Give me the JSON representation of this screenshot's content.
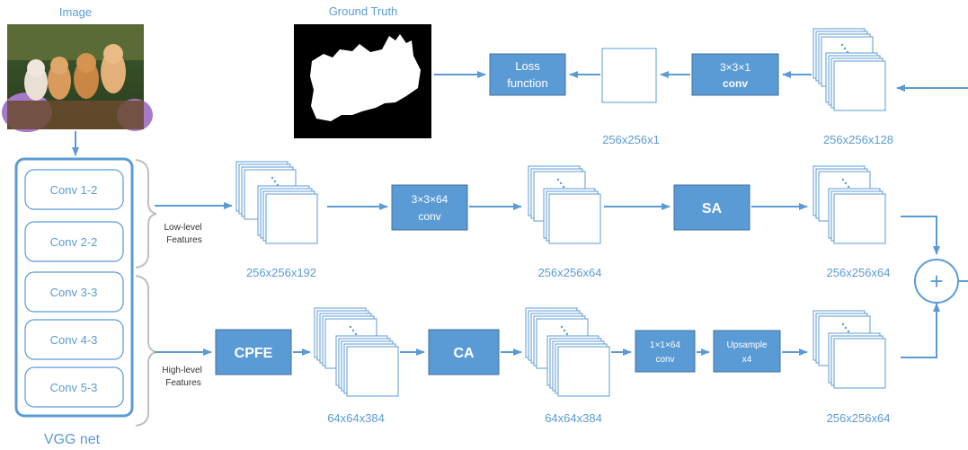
{
  "image": {
    "label": "Image"
  },
  "ground_truth": {
    "label": "Ground Truth"
  },
  "vgg": {
    "name": "VGG net",
    "layers": [
      "Conv 1-2",
      "Conv 2-2",
      "Conv 3-3",
      "Conv 4-3",
      "Conv 5-3"
    ]
  },
  "features": {
    "low": [
      "Low-level",
      "Features"
    ],
    "high": [
      "High-level",
      "Features"
    ]
  },
  "ops": {
    "loss": [
      "Loss",
      "function"
    ],
    "conv331": [
      "3×3×1",
      "conv"
    ],
    "conv3364": [
      "3×3×64",
      "conv"
    ],
    "sa": "SA",
    "cpfe": "CPFE",
    "ca": "CA",
    "conv1164": [
      "1×1×64",
      "conv"
    ],
    "upsample": [
      "Upsample",
      "x4"
    ],
    "plus": "+"
  },
  "sizes": {
    "out1": "256x256x1",
    "top128": "256x256x128",
    "low192": "256x256x192",
    "low_mid64": "256x256x64",
    "low_out64": "256x256x64",
    "high384_a": "64x64x384",
    "high384_b": "64x64x384",
    "high_out64": "256x256x64"
  },
  "colors": {
    "accent": "#5b9bd5",
    "box_fill": "#5b9bd5",
    "box_stroke": "#41719c",
    "stack_stroke": "#5b9bd5",
    "text_dark": "#333333"
  }
}
